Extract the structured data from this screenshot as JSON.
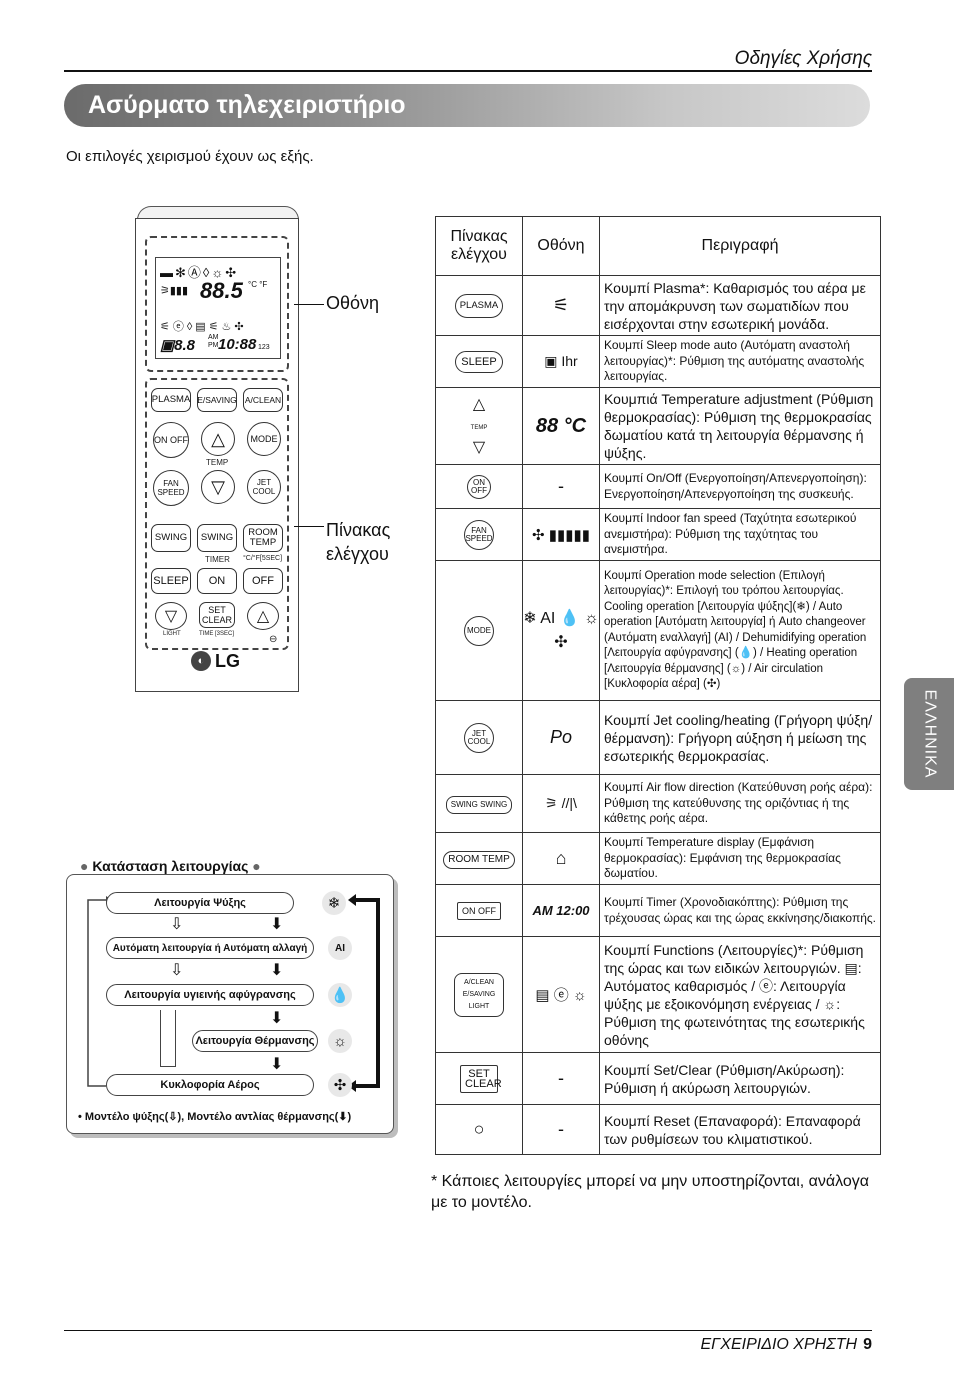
{
  "header": {
    "section": "Οδηγίες Χρήσης",
    "title": "Ασύρματο τηλεχειριστήριο"
  },
  "intro": "Οι επιλογές χειρισμού έχουν ως εξής.",
  "remote": {
    "callout_display": "Οθόνη",
    "callout_panel_line1": "Πίνακας",
    "callout_panel_line2": "ελέγχου",
    "lcd": {
      "temp": "88.5",
      "unit": "°C °F",
      "am": "AM",
      "pm": "PM",
      "time": "10:88",
      "count": "123"
    },
    "buttons": {
      "plasma": "PLASMA",
      "esaving": "E/SAVING",
      "aclean": "A/CLEAN",
      "on_off": "ON OFF",
      "mode": "MODE",
      "temp": "TEMP",
      "fan_speed": "FAN SPEED",
      "jet_cool": "JET COOL",
      "swing1": "SWING",
      "swing2": "SWING",
      "room_temp": "ROOM TEMP",
      "timer": "TIMER",
      "cf_label": "°C/°F[5SEC]",
      "sleep": "SLEEP",
      "on": "ON",
      "off": "OFF",
      "set_clear": "SET CLEAR",
      "light": "LIGHT",
      "time_label": "TIME [3SEC]"
    },
    "logo": "LG"
  },
  "status": {
    "title": "Κατάσταση λειτουργίας",
    "modes": [
      {
        "label": "Λειτουργία Ψύξης",
        "icon": "❄"
      },
      {
        "label": "Αυτόματη λειτουργία ή Αυτόματη αλλαγή",
        "icon": "AI"
      },
      {
        "label": "Λειτουργία υγιεινής αφύγρανσης",
        "icon": "💧"
      },
      {
        "label": "Λειτουργία Θέρμανσης",
        "icon": "☼"
      },
      {
        "label": "Κυκλοφορία Αέρος",
        "icon": "✣"
      }
    ],
    "note": "• Μοντέλο ψύξης(⇩), Μοντέλο αντλίας θέρμανσης(⬇)"
  },
  "table": {
    "headers": [
      "Πίνακας ελέγχου",
      "Οθόνη",
      "Περιγραφή"
    ],
    "rows": [
      {
        "panel": "PLASMA",
        "display": "⚟",
        "desc": "Κουμπί Plasma*: Καθαρισμός του αέρα με την απομάκρυνση των σωματιδίων που εισέρχονται στην εσωτερική μονάδα."
      },
      {
        "panel": "SLEEP",
        "display": "▣  Ihr",
        "desc": "Κουμπί Sleep mode auto (Αυτόματη αναστολή λειτουργίας)*: Ρύθμιση της αυτόματης αναστολής λειτουργίας."
      },
      {
        "panel": "TEMP",
        "display": "88 °C",
        "desc": "Κουμπιά Temperature adjustment (Ρύθμιση θερμοκρασίας): Ρύθμιση της θερμοκρασίας δωματίου κατά τη λειτουργία θέρμανσης ή ψύξης."
      },
      {
        "panel": "ON OFF",
        "display": "-",
        "desc": "Κουμπί On/Off (Ενεργοποίηση/Απενεργοποίηση): Ενεργοποίηση/Απενεργοποίηση της συσκευής."
      },
      {
        "panel": "FAN SPEED",
        "display": "✣ ▮▮▮▮▮",
        "desc": "Κουμπί Indoor fan speed (Ταχύτητα εσωτερικού ανεμιστήρα): Ρύθμιση της ταχύτητας του ανεμιστήρα."
      },
      {
        "panel": "MODE",
        "display": "❄ AI 💧 ☼ ✣",
        "desc": "Κουμπί Operation mode selection (Επιλογή λειτουργίας)*: Επιλογή του τρόπου λειτουργίας. Cooling operation [Λειτουργία ψύξης](❄) / Auto operation [Αυτόματη λειτουργία] ή Auto changeover (Αυτόματη εναλλαγή] (AI) / Dehumidifying operation [Λειτουργία αφύγρανσης] (💧) / Heating operation [Λειτουργία θέρμανσης] (☼) / Air circulation [Κυκλοφορία αέρα] (✣)"
      },
      {
        "panel": "JET COOL",
        "display": "Po",
        "desc": "Κουμπί Jet cooling/heating (Γρήγορη ψύξη/θέρμανση): Γρήγορη αύξηση ή μείωση της εσωτερικής θερμοκρασίας."
      },
      {
        "panel": "SWING SWING",
        "display": "⚞ //|\\",
        "desc": "Κουμπί Air flow direction (Κατεύθυνση ροής αέρα): Ρύθμιση της κατεύθυνσης της οριζόντιας ή της κάθετης ροής αέρα."
      },
      {
        "panel": "ROOM TEMP",
        "display": "⌂",
        "desc": "Κουμπί Temperature display (Εμφάνιση θερμοκρασίας): Εμφάνιση της θερμοκρασίας δωματίου."
      },
      {
        "panel": "ON OFF",
        "display": "AM 12:00",
        "desc": "Κουμπί Timer (Χρονοδιακόπτης): Ρύθμιση της τρέχουσας ώρας και της ώρας εκκίνησης/διακοπής."
      },
      {
        "panel": "A/CLEAN E/SAVING LIGHT",
        "display": "▤ ⓔ ☼",
        "desc": "Κουμπί Functions (Λειτουργίες)*: Ρύθμιση της ώρας και των ειδικών λειτουργιών. ▤: Αυτόματος καθαρισμός / ⓔ: Λειτουργία ψύξης με εξοικονόμηση ενέργειας / ☼: Ρύθμιση της φωτεινότητας της εσωτερικής οθόνης"
      },
      {
        "panel": "SET CLEAR",
        "display": "-",
        "desc": "Κουμπί Set/Clear (Ρύθμιση/Ακύρωση): Ρύθμιση ή ακύρωση λειτουργιών."
      },
      {
        "panel": "○",
        "display": "-",
        "desc": "Κουμπί Reset (Επαναφορά): Επαναφορά των ρυθμίσεων του κλιματιστικού."
      }
    ]
  },
  "footnote": "* Κάποιες λειτουργίες μπορεί να μην υποστηρίζονται, ανάλογα με το μοντέλο.",
  "side_tab": "ΕΛΛΗΝΙΚΑ",
  "footer": {
    "label": "ΕΓΧΕΙΡΙΔΙΟ ΧΡΗΣΤΗ",
    "page": "9"
  }
}
